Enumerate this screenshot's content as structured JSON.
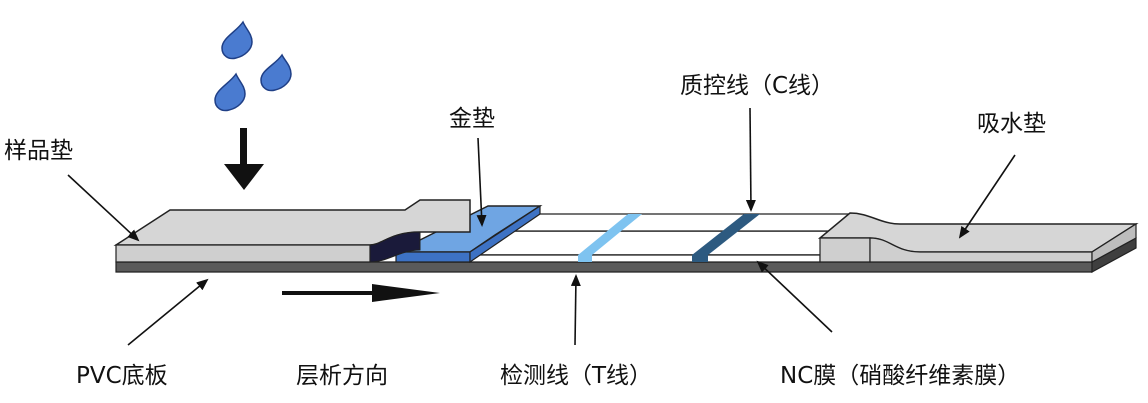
{
  "labels": {
    "sample_pad": "样品垫",
    "gold_pad": "金垫",
    "control_line": "质控线（C线）",
    "absorbent_pad": "吸水垫",
    "pvc_backing": "PVC底板",
    "flow_direction": "层析方向",
    "test_line": "检测线（T线）",
    "nc_membrane": "NC膜（硝酸纤维素膜）"
  },
  "colors": {
    "drop": "#4a7bd0",
    "drop_stroke": "#1f3f86",
    "pad_gray": "#d6d6d6",
    "gold_pad": "#6fa5e3",
    "gold_pad_dark": "#3d72c4",
    "test_line": "#7ec3f0",
    "control_line": "#2d5a80",
    "backing": "#5a5a5a",
    "outline": "#222222"
  },
  "icons": {
    "drops": "water-drop-icon",
    "down_arrow": "down-arrow-icon",
    "flow_arrow": "right-arrow-icon"
  }
}
